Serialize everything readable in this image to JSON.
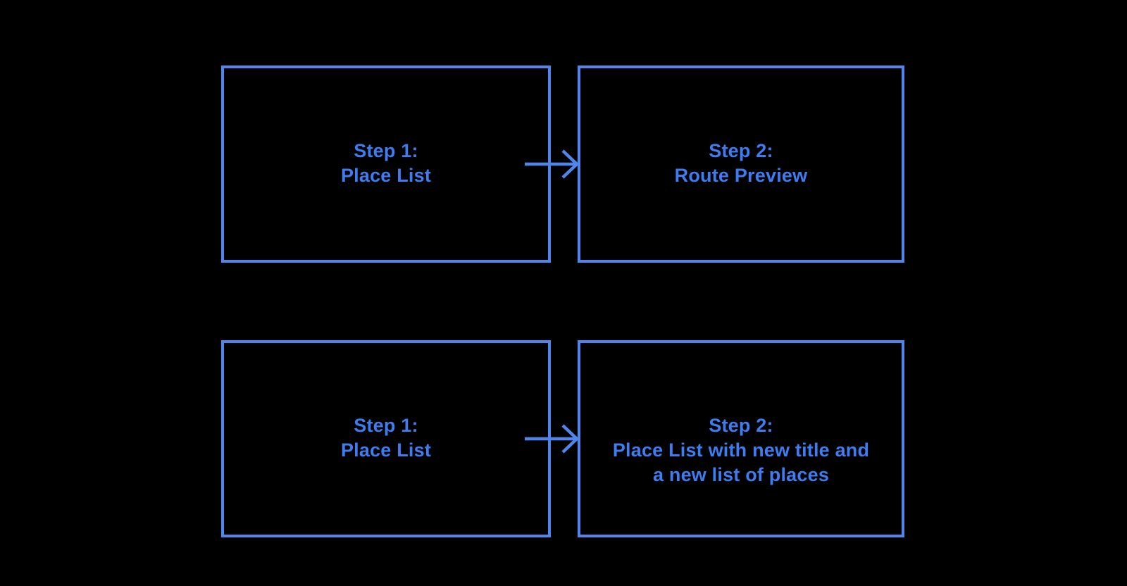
{
  "colors": {
    "background": "#000000",
    "border": "#5086EC",
    "arrow": "#5086EC",
    "text": "#3E7CF1"
  },
  "diagram": {
    "flows": [
      {
        "source": {
          "lines": [
            "Step 1:",
            "Place List"
          ]
        },
        "target": {
          "lines": [
            "Step 2:",
            "Route Preview"
          ]
        }
      },
      {
        "source": {
          "lines": [
            "Step 1:",
            "Place List"
          ]
        },
        "target": {
          "lines": [
            "Step 2:",
            "Place List with new title and",
            "a new list of places"
          ]
        }
      }
    ]
  }
}
